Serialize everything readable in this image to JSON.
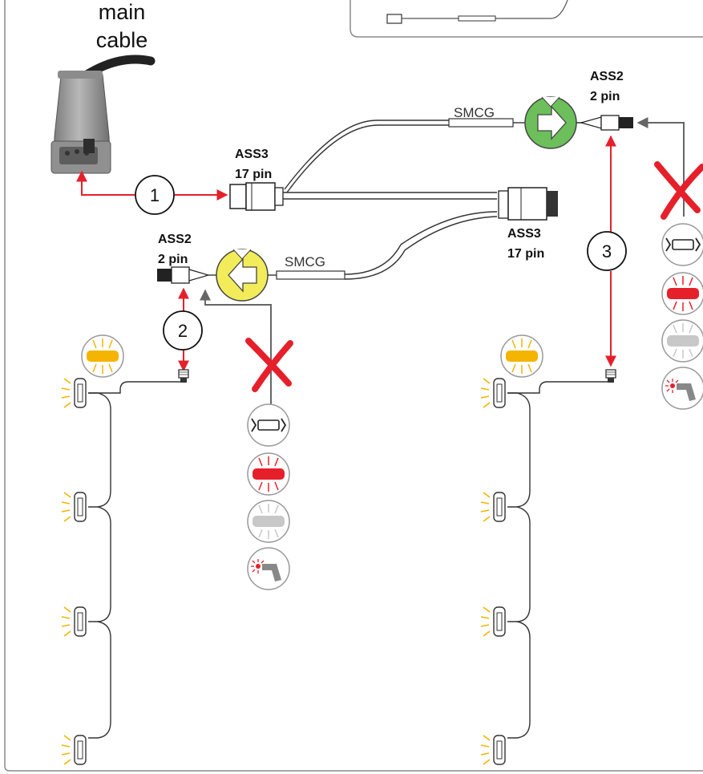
{
  "labels": {
    "main_cable_line1": "main",
    "main_cable_line2": "cable",
    "ass3_top_name": "ASS3",
    "ass3_top_pins": "17 pin",
    "ass3_bottom_name": "ASS3",
    "ass3_bottom_pins": "17 pin",
    "ass2_left_name": "ASS2",
    "ass2_left_pins": "2 pin",
    "ass2_right_name": "ASS2",
    "ass2_right_pins": "2 pin",
    "smcg_top": "SMCG",
    "smcg_bottom": "SMCG"
  },
  "steps": [
    "1",
    "2",
    "3"
  ],
  "colors": {
    "frame": "#8a8a8a",
    "red_arrow": "#e5202b",
    "gray_arrow": "#666666",
    "green_module": "#6cbf5a",
    "yellow_module": "#f2ec5a",
    "amber_lamp": "#f5b400",
    "red_lamp": "#e5202b",
    "gray_lamp": "#c8c8c8",
    "cable": "#333333",
    "reject_cross": "#e5202b"
  },
  "icons": {
    "left_stack": [
      "cable-break-icon",
      "red-light-icon",
      "gray-light-icon",
      "probe-icon"
    ],
    "right_stack": [
      "cable-break-icon",
      "red-light-icon",
      "gray-light-icon",
      "probe-icon"
    ],
    "amber_indicator": "amber-light-icon",
    "reject_mark": "red-cross-icon"
  }
}
